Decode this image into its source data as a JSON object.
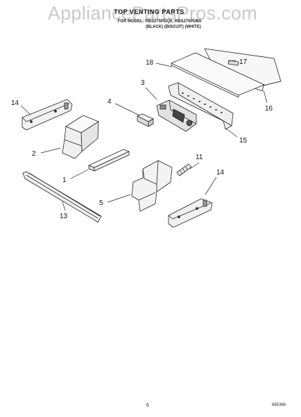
{
  "watermark": "AppliancePartsPros.com",
  "header": {
    "title": "TOP VENTING PARTS",
    "subtitle": "FOR MODEL: RBS275PDQ0, RBS275PDB0",
    "subtitle2": "(BLACK)    (BISCUIT) (WHITE)"
  },
  "callouts": {
    "c1": "1",
    "c2": "2",
    "c3": "3",
    "c4": "4",
    "c5": "5",
    "c11": "11",
    "c13": "13",
    "c14a": "14",
    "c14b": "14",
    "c15": "15",
    "c16": "16",
    "c17": "17",
    "c18": "18"
  },
  "footer": {
    "page_number": "6",
    "figure_code": "665366"
  }
}
